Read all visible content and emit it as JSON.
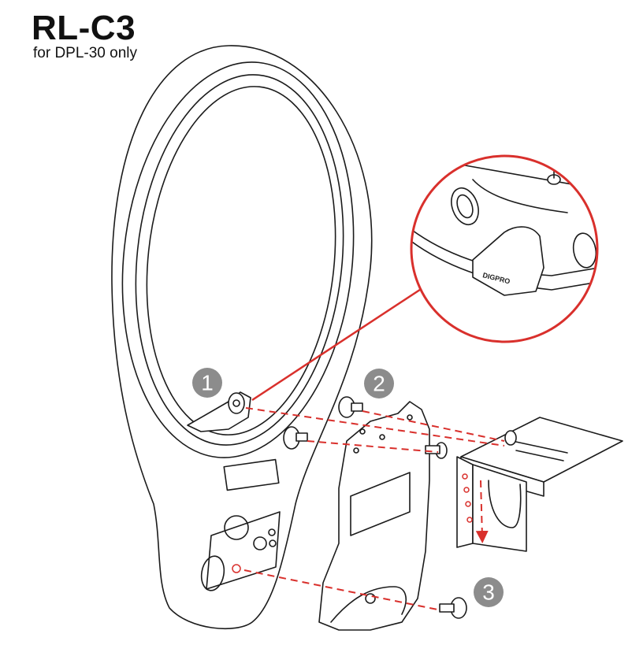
{
  "header": {
    "title": "RL-C3",
    "subtitle": "for DPL-30 only"
  },
  "steps": [
    {
      "label": "1"
    },
    {
      "label": "2"
    },
    {
      "label": "3"
    }
  ],
  "detail": {
    "brand": "DIGPRO"
  },
  "colors": {
    "accent": "#d9302c",
    "step_circle": "#8c8c8c",
    "line": "#1b1b1b"
  }
}
